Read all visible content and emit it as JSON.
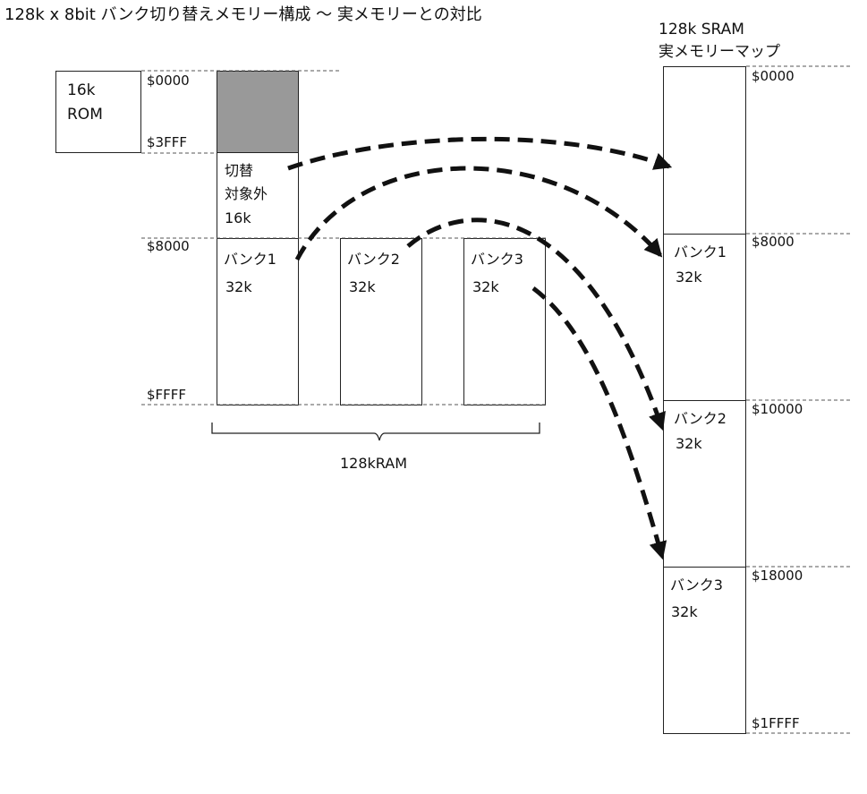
{
  "title": "128k x 8bit バンク切り替えメモリー構成 〜 実メモリーとの対比",
  "cpu_map": {
    "rom_label": [
      "16k",
      "ROM"
    ],
    "fixed_label": [
      "切替",
      "対象外",
      "16k"
    ],
    "addresses": [
      "$0000",
      "$3FFF",
      "$8000",
      "$FFFF"
    ],
    "banks": [
      {
        "name": "バンク1",
        "size": "32k"
      },
      {
        "name": "バンク2",
        "size": "32k"
      },
      {
        "name": "バンク3",
        "size": "32k"
      }
    ],
    "brace_label": "128kRAM"
  },
  "sram_map": {
    "title_line1": "128k SRAM",
    "title_line2": "実メモリーマップ",
    "addresses": [
      "$0000",
      "$8000",
      "$10000",
      "$18000",
      "$1FFFF"
    ],
    "banks": [
      {
        "name": "バンク1",
        "size": "32k"
      },
      {
        "name": "バンク2",
        "size": "32k"
      },
      {
        "name": "バンク3",
        "size": "32k"
      }
    ]
  },
  "colors": {
    "line": "#111111",
    "dash": "#555555",
    "grey_fill": "#999999"
  }
}
